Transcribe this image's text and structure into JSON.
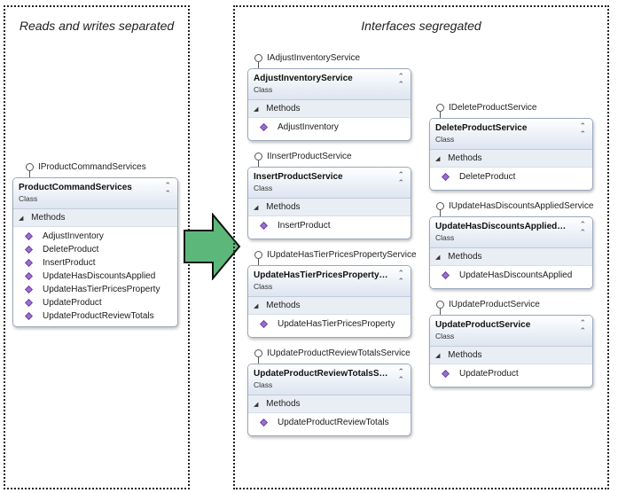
{
  "left_panel": {
    "title": "Reads and writes separated",
    "interface": "IProductCommandServices",
    "box": {
      "name": "ProductCommandServices",
      "stereotype": "Class",
      "section": "Methods",
      "methods": [
        "AdjustInventory",
        "DeleteProduct",
        "InsertProduct",
        "UpdateHasDiscountsApplied",
        "UpdateHasTierPricesProperty",
        "UpdateProduct",
        "UpdateProductReviewTotals"
      ]
    }
  },
  "right_panel": {
    "title": "Interfaces segregated",
    "boxes": [
      {
        "interface": "IAdjustInventoryService",
        "name": "AdjustInventoryService",
        "stereotype": "Class",
        "section": "Methods",
        "methods": [
          "AdjustInventory"
        ]
      },
      {
        "interface": "IInsertProductService",
        "name": "InsertProductService",
        "stereotype": "Class",
        "section": "Methods",
        "methods": [
          "InsertProduct"
        ]
      },
      {
        "interface": "IUpdateHasTierPricesPropertyService",
        "name": "UpdateHasTierPricesPropertySer...",
        "stereotype": "Class",
        "section": "Methods",
        "methods": [
          "UpdateHasTierPricesProperty"
        ]
      },
      {
        "interface": "IUpdateProductReviewTotalsService",
        "name": "UpdateProductReviewTotalsServ...",
        "stereotype": "Class",
        "section": "Methods",
        "methods": [
          "UpdateProductReviewTotals"
        ]
      },
      {
        "interface": "IDeleteProductService",
        "name": "DeleteProductService",
        "stereotype": "Class",
        "section": "Methods",
        "methods": [
          "DeleteProduct"
        ]
      },
      {
        "interface": "IUpdateHasDiscountsAppliedService",
        "name": "UpdateHasDiscountsAppliedSer...",
        "stereotype": "Class",
        "section": "Methods",
        "methods": [
          "UpdateHasDiscountsApplied"
        ]
      },
      {
        "interface": "IUpdateProductService",
        "name": "UpdateProductService",
        "stereotype": "Class",
        "section": "Methods",
        "methods": [
          "UpdateProduct"
        ]
      }
    ]
  },
  "icons": {
    "collapse": "double-chevron-up-icon",
    "section_toggle": "triangle-expanded-icon",
    "method": "method-cube-icon",
    "interface": "lollipop-interface-icon",
    "arrow": "right-arrow-icon"
  },
  "colors": {
    "arrow_fill": "#5cb87a",
    "box_border": "#9aa9bd",
    "header_gradient_end": "#dde5f1",
    "method_icon": "#9b6fce"
  }
}
